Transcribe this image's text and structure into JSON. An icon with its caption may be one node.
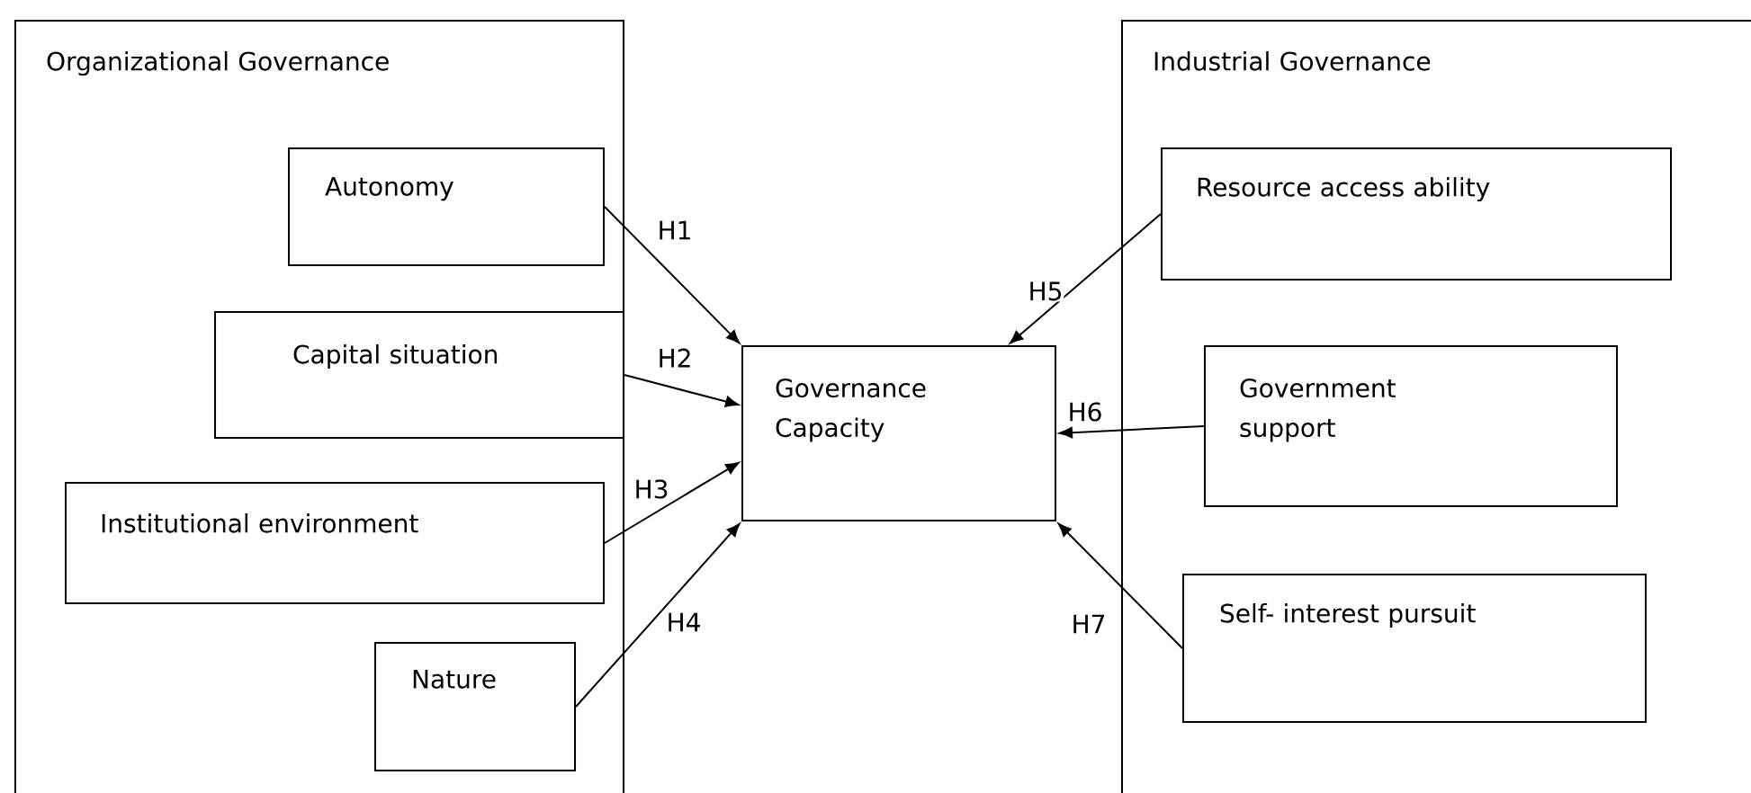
{
  "diagram": {
    "nodes": [
      {
        "text": [
          "Organizational  Governance"
        ]
      },
      {
        "text": [
          "Autonomy"
        ],
        "in": 0
      },
      {
        "text": [
          "Capital situation"
        ],
        "in": 0
      },
      {
        "text": [
          "Institutional  environment"
        ],
        "in": 0
      },
      {
        "text": [
          "Nature"
        ],
        "in": 0
      },
      {
        "text": [
          "Governance Capacity"
        ]
      },
      {
        "text": [
          "Industrial Governance"
        ]
      },
      {
        "text": [
          "Resource access ability"
        ],
        "in": 6
      },
      {
        "text": [
          "Government support"
        ],
        "in": 6
      },
      {
        "text": [
          "Self- interest pursuit"
        ],
        "in": 6
      }
    ],
    "edges": [
      {
        "from": 1,
        "to": 5,
        "arrow": "to",
        "label": "H1"
      },
      {
        "from": 2,
        "to": 5,
        "arrow": "to",
        "label": "H2"
      },
      {
        "from": 3,
        "to": 5,
        "arrow": "to",
        "label": "H3"
      },
      {
        "from": 4,
        "to": 5,
        "arrow": "to",
        "label": "H4"
      },
      {
        "from": 7,
        "to": 5,
        "arrow": "to",
        "label": "H5"
      },
      {
        "from": 8,
        "to": 5,
        "arrow": "to",
        "label": "H6"
      },
      {
        "from": 9,
        "to": 5,
        "arrow": "to",
        "label": "H7"
      }
    ]
  }
}
